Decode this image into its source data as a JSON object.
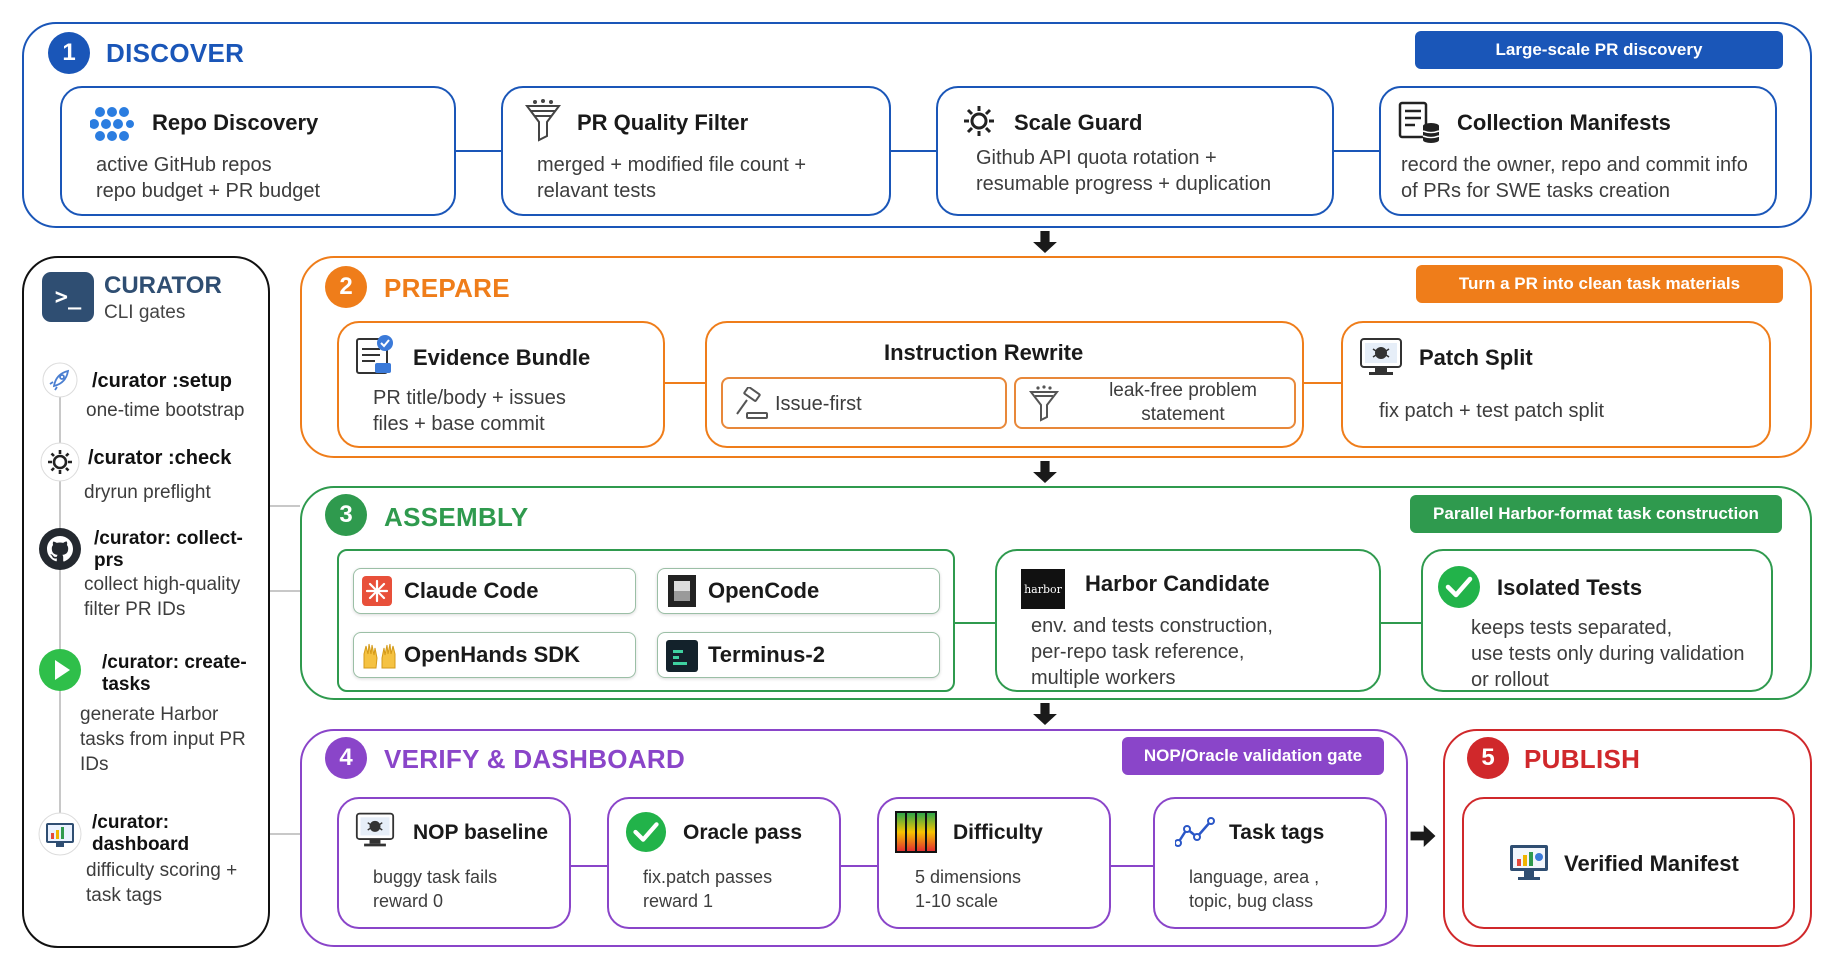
{
  "stages": {
    "discover": {
      "number": "1",
      "title": "DISCOVER",
      "badge": "Large-scale PR discovery",
      "cards": [
        {
          "title": "Repo Discovery",
          "lines": [
            "active GitHub repos",
            "repo budget + PR budget"
          ]
        },
        {
          "title": "PR Quality Filter",
          "lines": [
            "merged + modified file count +",
            "relavant tests"
          ]
        },
        {
          "title": "Scale Guard",
          "lines": [
            "Github API quota rotation +",
            "resumable progress + duplication"
          ]
        },
        {
          "title": "Collection Manifests",
          "lines": [
            "record the owner, repo and commit info",
            "of PRs for SWE tasks creation"
          ]
        }
      ]
    },
    "prepare": {
      "number": "2",
      "title": "PREPARE",
      "badge": "Turn a PR into clean task materials",
      "evidence": {
        "title": "Evidence Bundle",
        "lines": [
          "PR title/body + issues",
          "files + base commit"
        ]
      },
      "rewrite": {
        "title": "Instruction Rewrite",
        "sub1": "Issue-first",
        "sub2_lines": [
          "leak-free problem",
          "statement"
        ]
      },
      "patch": {
        "title": "Patch Split",
        "lines": [
          "fix patch + test patch split"
        ]
      }
    },
    "assembly": {
      "number": "3",
      "title": "ASSEMBLY",
      "badge": "Parallel Harbor-format task construction",
      "tools": [
        "Claude Code",
        "OpenCode",
        "OpenHands SDK",
        "Terminus-2"
      ],
      "harbor": {
        "title": "Harbor Candidate",
        "logo": "harbor",
        "lines": [
          "env. and tests construction,",
          "per-repo task reference,",
          "multiple workers"
        ]
      },
      "isolated": {
        "title": "Isolated Tests",
        "lines": [
          "keeps tests separated,",
          "use tests only during validation",
          "or rollout"
        ]
      }
    },
    "verify": {
      "number": "4",
      "title": "VERIFY & DASHBOARD",
      "badge": "NOP/Oracle validation gate",
      "cards": [
        {
          "title": "NOP baseline",
          "lines": [
            "buggy task fails",
            "reward 0"
          ]
        },
        {
          "title": "Oracle pass",
          "lines": [
            "fix.patch passes",
            "reward 1"
          ]
        },
        {
          "title": "Difficulty",
          "lines": [
            "5 dimensions",
            "1-10 scale"
          ]
        },
        {
          "title": "Task tags",
          "lines": [
            "language, area ,",
            "topic, bug class"
          ]
        }
      ]
    },
    "publish": {
      "number": "5",
      "title": "PUBLISH",
      "card": "Verified Manifest"
    }
  },
  "curator": {
    "title": "CURATOR",
    "subtitle": "CLI gates",
    "terminal_glyph": ">_",
    "steps": [
      {
        "cmd": [
          "/curator :setup"
        ],
        "desc": [
          "one-time bootstrap"
        ]
      },
      {
        "cmd": [
          "/curator :check"
        ],
        "desc": [
          "dryrun preflight"
        ]
      },
      {
        "cmd": [
          "/curator: collect-",
          "prs"
        ],
        "desc": [
          "collect high-quality",
          "filter PR IDs"
        ]
      },
      {
        "cmd": [
          "/curator: create-",
          "tasks"
        ],
        "desc": [
          "generate Harbor",
          "tasks from input PR",
          "IDs"
        ]
      },
      {
        "cmd": [
          "/curator:",
          "dashboard"
        ],
        "desc": [
          "difficulty scoring +",
          "task tags"
        ]
      }
    ]
  },
  "colors": {
    "discover": "#1a56b8",
    "prepare": "#ef7d1a",
    "assembly": "#2f9a4e",
    "verify": "#8a45c9",
    "publish": "#d0282b",
    "curator": "#111111"
  }
}
